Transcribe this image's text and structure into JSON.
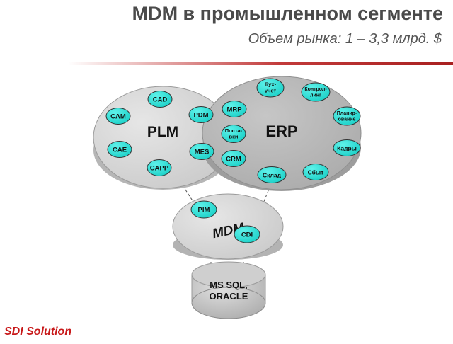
{
  "header": {
    "title": "MDM в промышленном сегменте",
    "subtitle": "Объем рынка:  1 – 3,3 млрд. $"
  },
  "diagram": {
    "plm": {
      "label": "PLM",
      "modules": {
        "cad": "CAD",
        "cam": "CAM",
        "pdm": "PDM",
        "cae": "CAE",
        "mes": "MES",
        "capp": "CAPP"
      }
    },
    "erp": {
      "label": "ERP",
      "modules": {
        "mrp": "MRP",
        "postavki": [
          "Поста-",
          "вки"
        ],
        "crm": "CRM",
        "sklad": "Склад",
        "sbyt": "Сбыт",
        "kadry": "Кадры",
        "planirovanie": [
          "Планир-",
          "ование"
        ],
        "kontroling": [
          "Контрол-",
          "линг"
        ],
        "buhuchet": [
          "Бух-",
          "учет"
        ]
      }
    },
    "mdm": {
      "label": "MDM",
      "modules": {
        "pim": "PIM",
        "cdi": "CDI"
      }
    },
    "database": {
      "label": [
        "MS SQL,",
        "ORACLE"
      ]
    }
  },
  "footer": {
    "brand": "SDI Solution"
  },
  "colors": {
    "module_fill": "#2ee6dc",
    "disk_fill": "#d6d6d6",
    "erp_fill": "#b9b9b9",
    "brand": "#c8191a"
  }
}
